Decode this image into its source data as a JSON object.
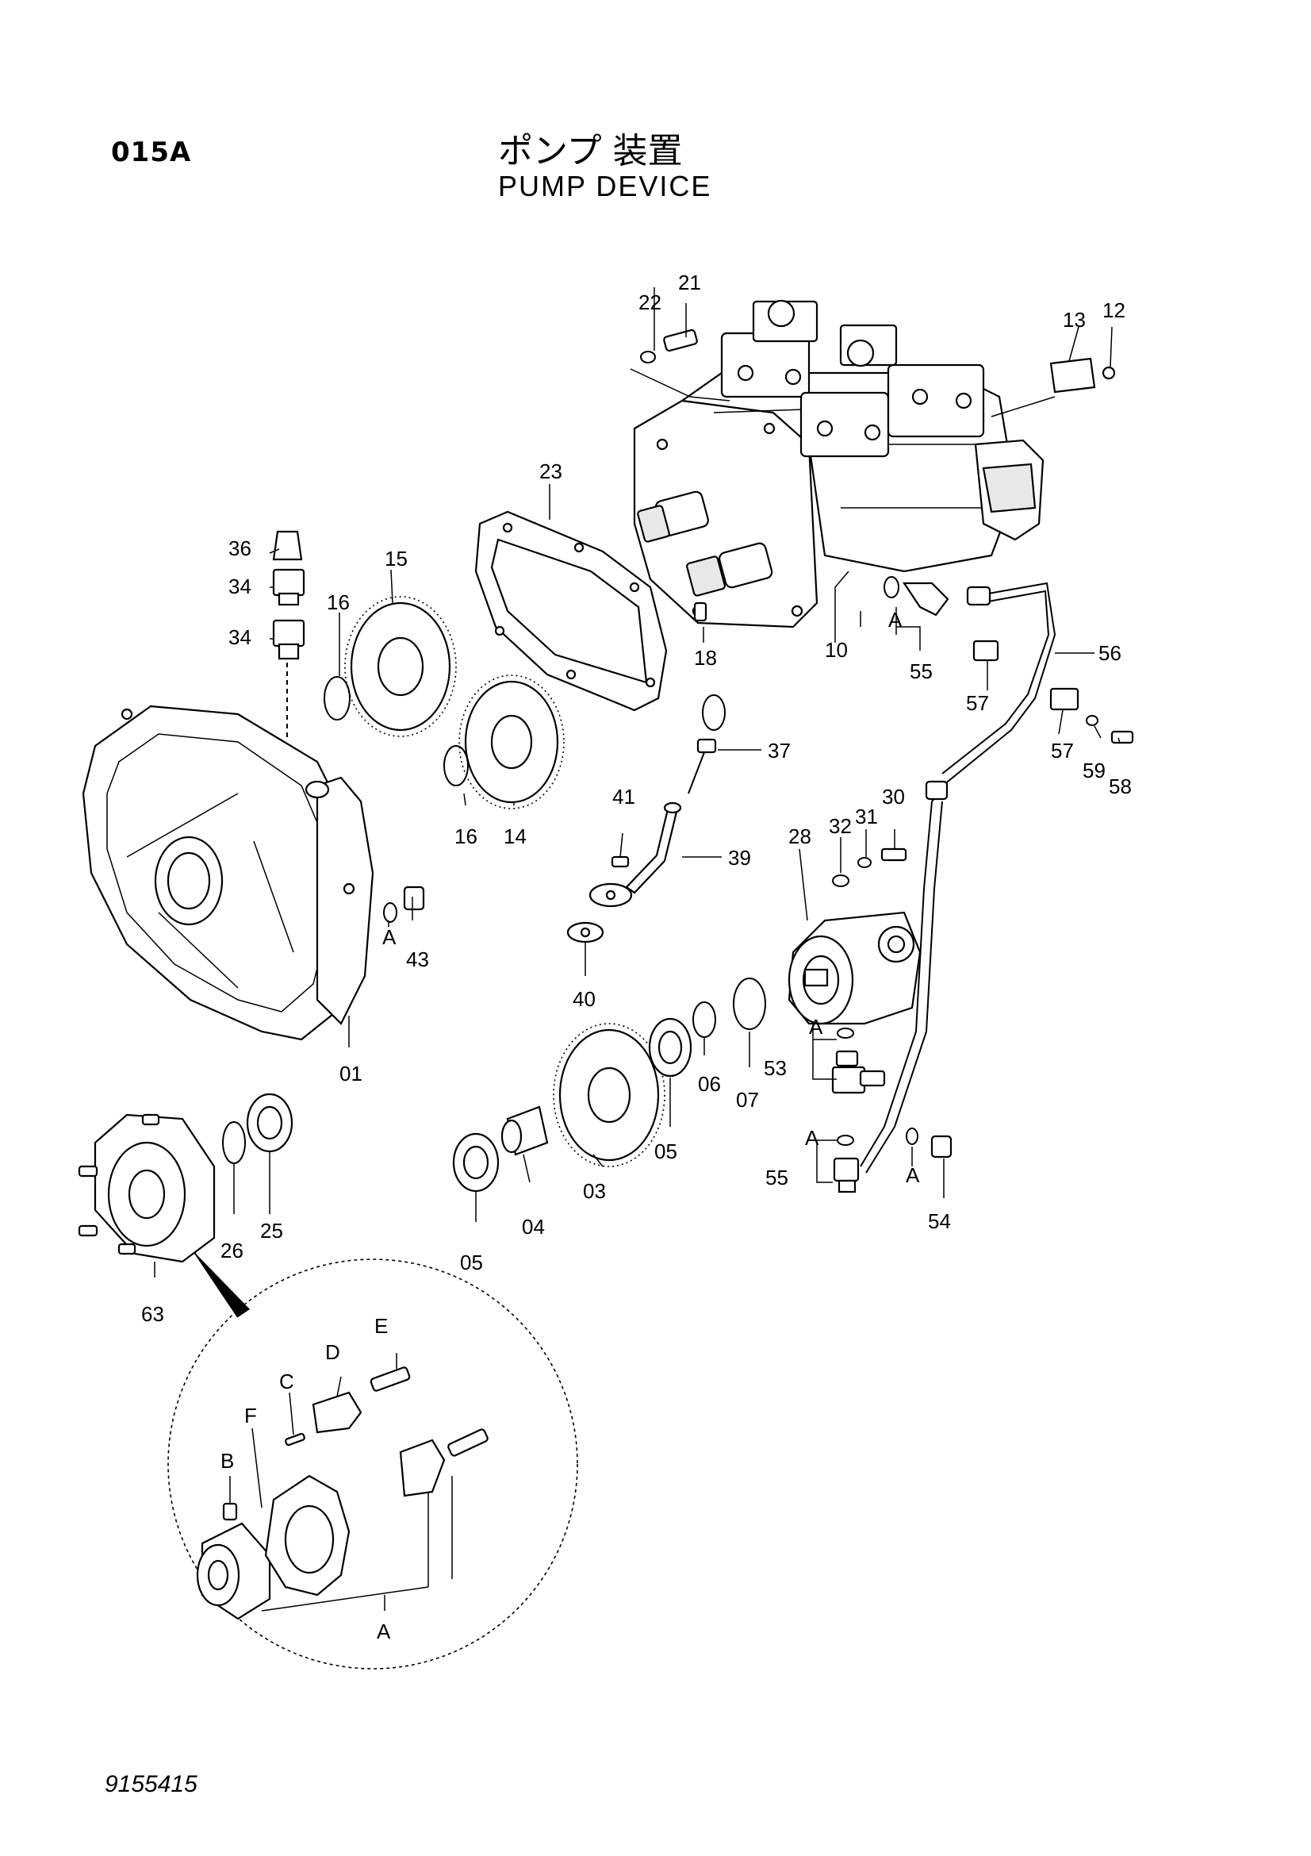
{
  "header": {
    "page_code": "015A",
    "title_jp": "ポンプ 装置",
    "title_en": "PUMP DEVICE"
  },
  "footer": {
    "doc_number": "9155415"
  },
  "callouts": {
    "c21": "21",
    "c22": "22",
    "c13": "13",
    "c12": "12",
    "c23": "23",
    "c36": "36",
    "c34a": "34",
    "c34b": "34",
    "c15": "15",
    "c16a": "16",
    "c18": "18",
    "c10": "10",
    "cA1": "A",
    "c55a": "55",
    "c56": "56",
    "c57a": "57",
    "c57b": "57",
    "c59": "59",
    "c58": "58",
    "c37": "37",
    "c16b": "16",
    "c14": "14",
    "c41": "41",
    "c39": "39",
    "c28": "28",
    "c32": "32",
    "c31": "31",
    "c30": "30",
    "cA2": "A",
    "c43": "43",
    "c40": "40",
    "c01": "01",
    "cA3": "A",
    "c53": "53",
    "c07": "07",
    "c06": "06",
    "c05a": "05",
    "c03": "03",
    "c04": "04",
    "c05b": "05",
    "cA4": "A",
    "c55b": "55",
    "cA5": "A",
    "c54": "54",
    "c26": "26",
    "c25": "25",
    "c63": "63",
    "cE": "E",
    "cD": "D",
    "cC": "C",
    "cF": "F",
    "cB": "B",
    "cA6": "A"
  }
}
